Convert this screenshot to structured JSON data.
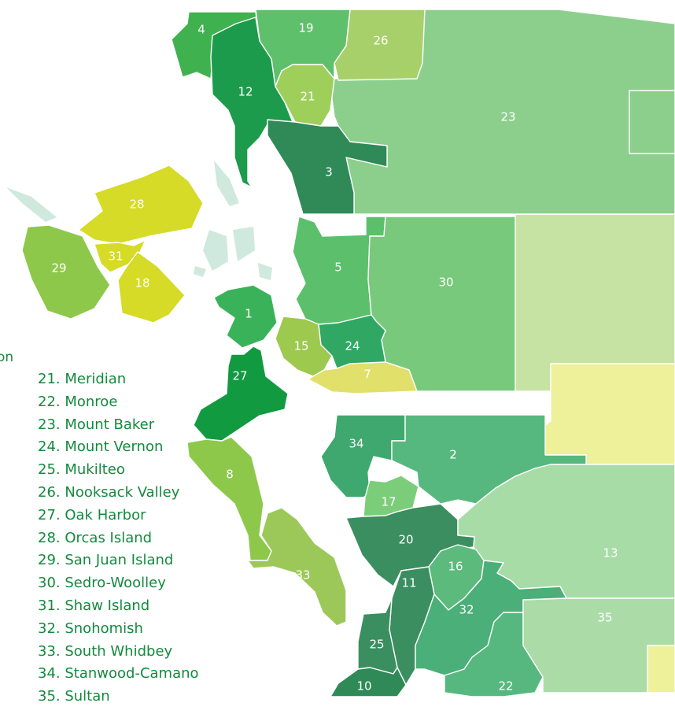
{
  "map": {
    "districts": [
      {
        "n": "1",
        "color": "#3ab25a"
      },
      {
        "n": "2",
        "color": "#57b87f"
      },
      {
        "n": "3",
        "color": "#2f8a57"
      },
      {
        "n": "4",
        "color": "#3fb24f"
      },
      {
        "n": "5",
        "color": "#5cbf6c"
      },
      {
        "n": "7",
        "color": "#e0e06a"
      },
      {
        "n": "8",
        "color": "#8dc84b"
      },
      {
        "n": "10",
        "color": "#2f8a57"
      },
      {
        "n": "11",
        "color": "#3b8e5f"
      },
      {
        "n": "12",
        "color": "#1d9b4c"
      },
      {
        "n": "13",
        "color": "#a8dca6"
      },
      {
        "n": "15",
        "color": "#9cc94e"
      },
      {
        "n": "16",
        "color": "#5dba7d"
      },
      {
        "n": "17",
        "color": "#7ccd7a"
      },
      {
        "n": "18",
        "color": "#d5db26"
      },
      {
        "n": "19",
        "color": "#5fc06b"
      },
      {
        "n": "20",
        "color": "#3b8e5f"
      },
      {
        "n": "21",
        "color": "#9fcf5b"
      },
      {
        "n": "22",
        "color": "#57b87f"
      },
      {
        "n": "23",
        "color": "#8ccf8d"
      },
      {
        "n": "24",
        "color": "#30a863"
      },
      {
        "n": "25",
        "color": "#3b8e5f"
      },
      {
        "n": "26",
        "color": "#a8d06a"
      },
      {
        "n": "27",
        "color": "#119a40"
      },
      {
        "n": "28",
        "color": "#d5db26"
      },
      {
        "n": "29",
        "color": "#8dc84b"
      },
      {
        "n": "30",
        "color": "#78c97c"
      },
      {
        "n": "31",
        "color": "#d5db26"
      },
      {
        "n": "32",
        "color": "#4aaf79"
      },
      {
        "n": "33",
        "color": "#9cc85a"
      },
      {
        "n": "34",
        "color": "#3fa86e"
      },
      {
        "n": "35",
        "color": "#abdca8"
      }
    ],
    "extra_regions": [
      {
        "color": "#c7e3a4"
      },
      {
        "color": "#eef09a"
      },
      {
        "color": "#eef09a"
      }
    ],
    "water_color": "#cfe9de"
  },
  "legend": {
    "cut_off_text": "on",
    "items": [
      "21. Meridian",
      "22. Monroe",
      "23. Mount Baker",
      "24. Mount Vernon",
      "25. Mukilteo",
      "26. Nooksack Valley",
      "27. Oak Harbor",
      "28. Orcas Island",
      "29. San Juan Island",
      "30. Sedro-Woolley",
      "31. Shaw Island",
      "32. Snohomish",
      "33. South Whidbey",
      "34. Stanwood-Camano",
      "35. Sultan"
    ],
    "text_color": "#138a3d"
  }
}
